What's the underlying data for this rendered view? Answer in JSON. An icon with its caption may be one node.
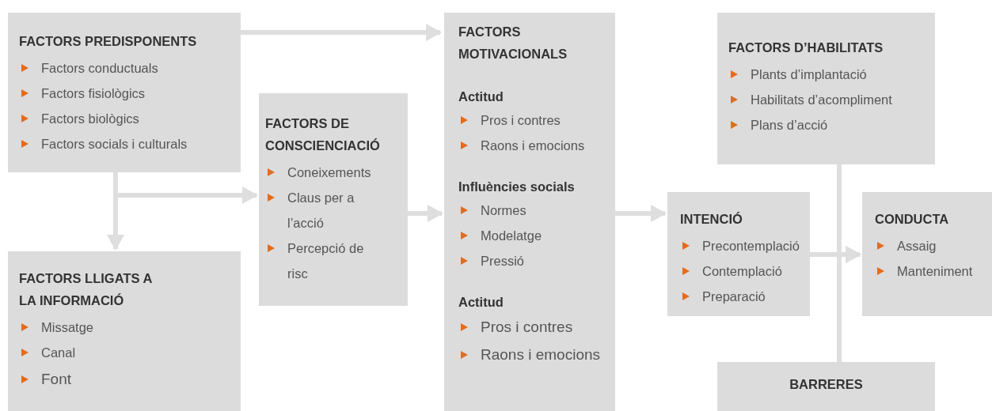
{
  "diagram": {
    "nodes": [
      {
        "text": [
          "FACTORS PREDISPONENTS",
          "Factors conductuals",
          "Factors fisiològics",
          "Factors biològics",
          "Factors socials i culturals"
        ]
      },
      {
        "text": [
          "FACTORS DE CONSCIENCIACIÓ",
          "Coneixements",
          "Claus per a l’acció",
          "Percepció de risc"
        ]
      },
      {
        "text": [
          "FACTORS LLIGATS A LA INFORMACIÓ",
          "Missatge",
          "Canal",
          "Font"
        ]
      },
      {
        "text": [
          "FACTORS MOTIVACIONALS",
          "Actitud",
          "Pros i contres",
          "Raons i emocions",
          "Influències socials",
          "Normes",
          "Modelatge",
          "Pressió",
          "Actitud",
          "Pros i contres",
          "Raons i emocions"
        ]
      },
      {
        "text": [
          "FACTORS D’HABILITATS",
          "Plants d’implantació",
          "Habilitats d’acompliment",
          "Plans d’acció"
        ]
      },
      {
        "text": [
          "INTENCIÓ",
          "Precontemplació",
          "Contemplació",
          "Preparació"
        ]
      },
      {
        "text": [
          "CONDUCTA",
          "Assaig",
          "Manteniment"
        ]
      },
      {
        "text": [
          "BARRERES"
        ]
      }
    ],
    "edges": [
      {
        "from": 0,
        "to": 3,
        "arrow": "to"
      },
      {
        "from": 0,
        "to": 2,
        "arrow": "to"
      },
      {
        "from": 0,
        "to": 1,
        "arrow": "to"
      },
      {
        "from": 1,
        "to": 3,
        "arrow": "to"
      },
      {
        "from": 3,
        "to": 5,
        "arrow": "to"
      },
      {
        "from": 5,
        "to": 6,
        "arrow": "to"
      },
      {
        "from": 4,
        "to": 6,
        "arrow": "to"
      },
      {
        "from": 7,
        "to": 6,
        "arrow": "to"
      }
    ]
  }
}
